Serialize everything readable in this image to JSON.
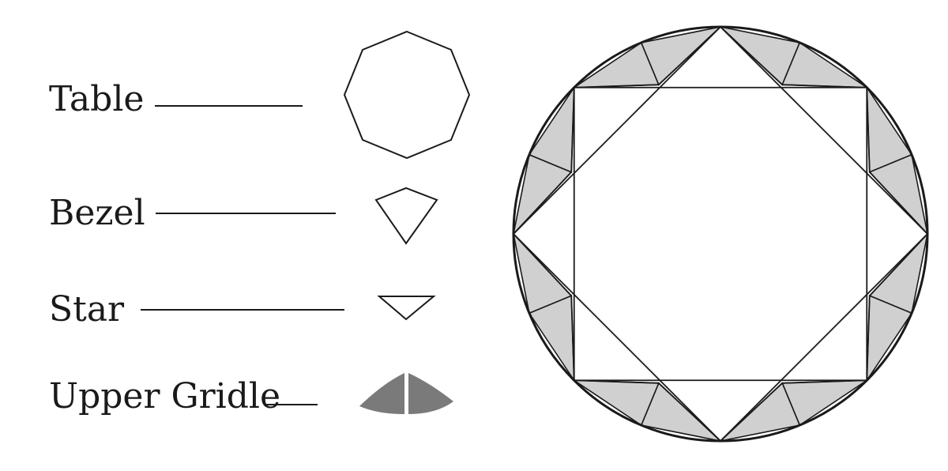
{
  "legend": {
    "items": [
      {
        "id": "table",
        "label": "Table"
      },
      {
        "id": "bezel",
        "label": "Bezel"
      },
      {
        "id": "star",
        "label": "Star"
      },
      {
        "id": "upper_girdle",
        "label": "Upper Gridle"
      }
    ]
  },
  "colors": {
    "stroke": "#1a1a1a",
    "facet_shade": "#d0d0d0",
    "girdle_icon_fill": "#7a7a7a",
    "background": "#ffffff"
  }
}
